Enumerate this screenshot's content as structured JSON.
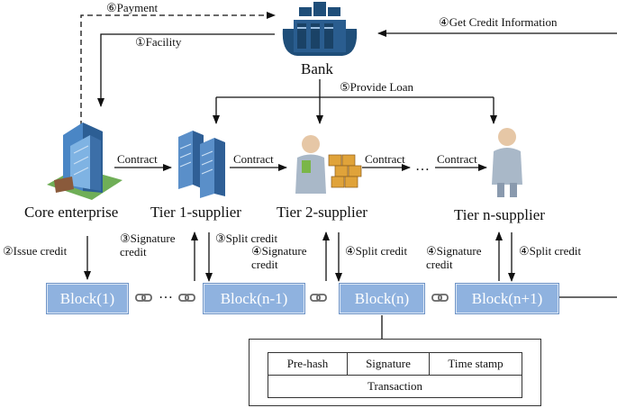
{
  "labels": {
    "payment": "⑥Payment",
    "facility": "①Facility",
    "bank": "Bank",
    "get_credit_info": "④Get Credit Information",
    "provide_loan": "⑤Provide Loan",
    "contract": "Contract",
    "ellipsis": "…",
    "core_enterprise": "Core enterprise",
    "tier1": "Tier 1-supplier",
    "tier2": "Tier 2-supplier",
    "tiern": "Tier n-supplier",
    "issue_credit": "②Issue credit",
    "signature_credit_3": "③Signature credit",
    "split_credit_3": "③Split credit",
    "signature_credit_4": "④Signature credit",
    "split_credit_4": "④Split credit"
  },
  "blocks": [
    "Block(1)",
    "Block(n-1)",
    "Block(n)",
    "Block(n+1)"
  ],
  "block_detail": {
    "fields": [
      "Pre-hash",
      "Signature",
      "Time stamp"
    ],
    "transaction": "Transaction"
  },
  "colors": {
    "block_fill": "#8fb2df",
    "bank_icon": "#1f4e79",
    "building": "#4a86c5",
    "person": "#a9b8c8"
  },
  "icons": [
    "bank-icon",
    "core-enterprise-icon",
    "server-icon",
    "supplier-person-icon",
    "person-icon",
    "chain-link-icon"
  ]
}
